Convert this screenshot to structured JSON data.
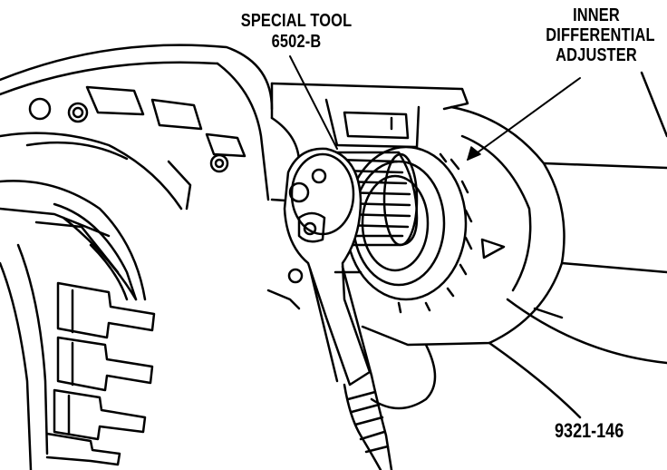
{
  "callouts": {
    "special_tool": {
      "line1": "SPECIAL TOOL",
      "line2": "6502-B"
    },
    "inner_differential_adjuster": {
      "line1": "INNER",
      "line2": "DIFFERENTIAL",
      "line3": "ADJUSTER"
    }
  },
  "figure_number": "9321-146",
  "colors": {
    "ink": "#000000",
    "paper": "#ffffff"
  }
}
